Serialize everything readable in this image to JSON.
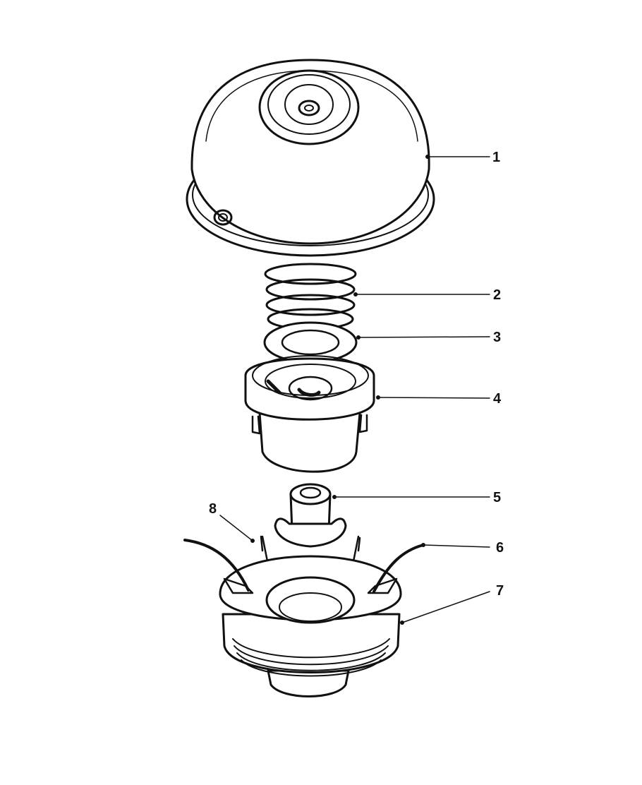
{
  "ink_color": "#111111",
  "background": "#ffffff",
  "callouts": [
    {
      "id": "1",
      "label": "1"
    },
    {
      "id": "2",
      "label": "2"
    },
    {
      "id": "3",
      "label": "3"
    },
    {
      "id": "4",
      "label": "4"
    },
    {
      "id": "5",
      "label": "5"
    },
    {
      "id": "6",
      "label": "6"
    },
    {
      "id": "7",
      "label": "7"
    },
    {
      "id": "8",
      "label": "8"
    }
  ]
}
